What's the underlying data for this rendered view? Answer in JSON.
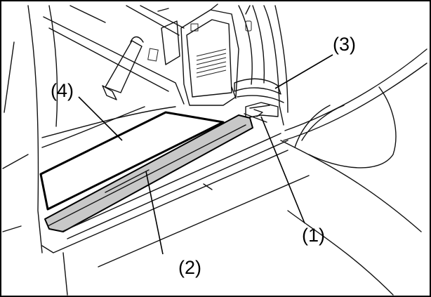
{
  "diagram": {
    "callouts": {
      "c1": "(1)",
      "c2": "(2)",
      "c3": "(3)",
      "c4": "(4)"
    },
    "colors": {
      "line": "#000000",
      "sill_fill": "#c8c8c8",
      "background": "#ffffff"
    }
  }
}
